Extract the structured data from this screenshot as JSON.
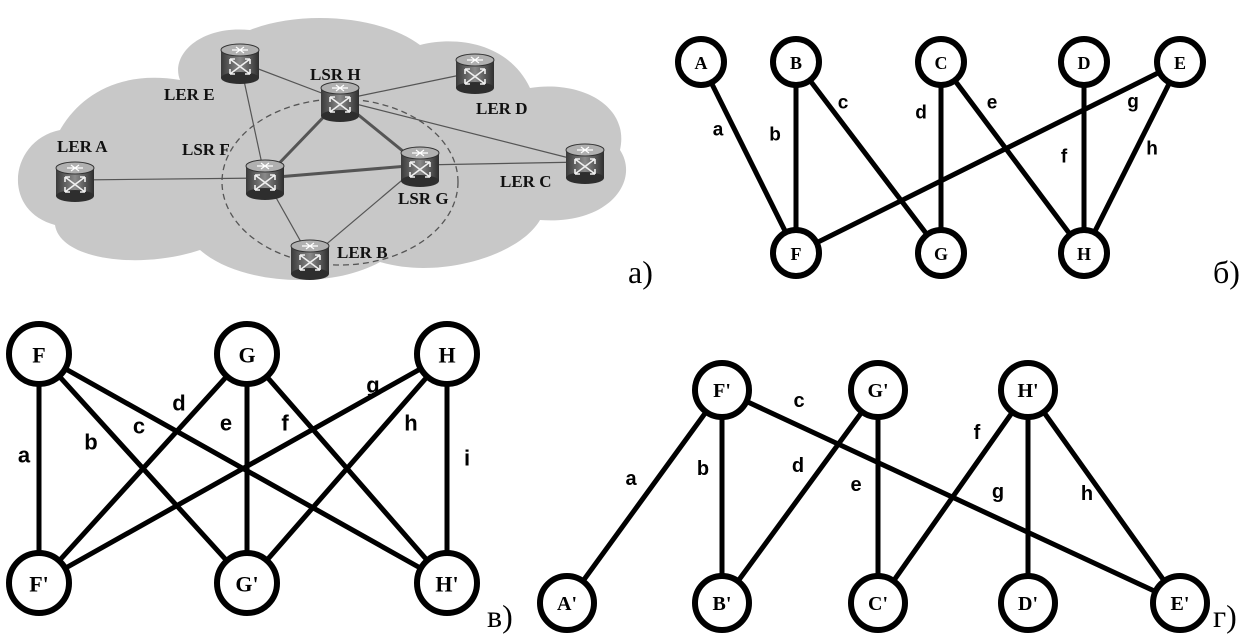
{
  "panels": {
    "a": {
      "caption": "а)",
      "devices": [
        "LER E",
        "LSR H",
        "LER D",
        "LER A",
        "LSR F",
        "LER C",
        "LSR G",
        "LER B"
      ],
      "device_icon": "router-icon"
    },
    "b": {
      "caption": "б)",
      "nodes": [
        "A",
        "B",
        "C",
        "D",
        "E",
        "F",
        "G",
        "H"
      ],
      "edges": [
        {
          "label": "a",
          "from": "A",
          "to": "F"
        },
        {
          "label": "b",
          "from": "B",
          "to": "F"
        },
        {
          "label": "c",
          "from": "B",
          "to": "G"
        },
        {
          "label": "d",
          "from": "C",
          "to": "G"
        },
        {
          "label": "e",
          "from": "C",
          "to": "H"
        },
        {
          "label": "f",
          "from": "D",
          "to": "H"
        },
        {
          "label": "g",
          "from": "E",
          "to": "F"
        },
        {
          "label": "h",
          "from": "E",
          "to": "H"
        }
      ]
    },
    "c": {
      "caption": "в)",
      "nodes": [
        "F",
        "G",
        "H",
        "F'",
        "G'",
        "H'"
      ],
      "edges": [
        {
          "label": "a",
          "from": "F",
          "to": "F'"
        },
        {
          "label": "b",
          "from": "F",
          "to": "G'"
        },
        {
          "label": "c",
          "from": "F",
          "to": "H'"
        },
        {
          "label": "d",
          "from": "G",
          "to": "F'"
        },
        {
          "label": "e",
          "from": "G",
          "to": "G'"
        },
        {
          "label": "f",
          "from": "G",
          "to": "H'"
        },
        {
          "label": "g",
          "from": "H",
          "to": "F'"
        },
        {
          "label": "h",
          "from": "H",
          "to": "G'"
        },
        {
          "label": "i",
          "from": "H",
          "to": "H'"
        }
      ]
    },
    "d": {
      "caption": "г)",
      "nodes": [
        "F'",
        "G'",
        "H'",
        "A'",
        "B'",
        "C'",
        "D'",
        "E'"
      ],
      "edges": [
        {
          "label": "a",
          "from": "F'",
          "to": "A'"
        },
        {
          "label": "b",
          "from": "F'",
          "to": "B'"
        },
        {
          "label": "c",
          "from": "F'",
          "to": "E'"
        },
        {
          "label": "d",
          "from": "G'",
          "to": "B'"
        },
        {
          "label": "e",
          "from": "G'",
          "to": "C'"
        },
        {
          "label": "f",
          "from": "H'",
          "to": "C'"
        },
        {
          "label": "g",
          "from": "H'",
          "to": "D'"
        },
        {
          "label": "h",
          "from": "H'",
          "to": "E'"
        }
      ]
    }
  }
}
